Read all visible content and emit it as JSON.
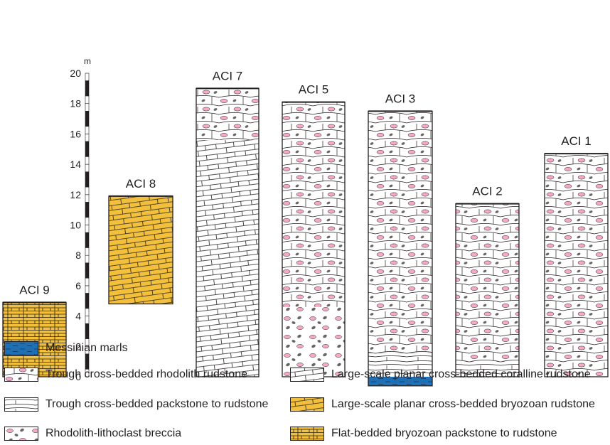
{
  "scale": {
    "unit": "m",
    "ticks": [
      "0",
      "2",
      "4",
      "6",
      "8",
      "10",
      "12",
      "14",
      "16",
      "18",
      "20"
    ]
  },
  "columns": [
    {
      "id": "ACI 9",
      "label": "ACI 9",
      "base": 0,
      "top": 4.9,
      "lithology": "flat_bryozoan"
    },
    {
      "id": "ACI 8",
      "label": "ACI 8",
      "base": 4.8,
      "top": 11.9,
      "lithology": "planar_bryozoan"
    },
    {
      "id": "ACI 7",
      "label": "ACI 7",
      "base": 0,
      "top": 19.0,
      "lithology": "mixed7"
    },
    {
      "id": "ACI 5",
      "label": "ACI 5",
      "base": 0,
      "top": 18.1,
      "lithology": "mixed5"
    },
    {
      "id": "ACI 3",
      "label": "ACI 3",
      "base": -0.6,
      "top": 17.5,
      "lithology": "mixed3"
    },
    {
      "id": "ACI 2",
      "label": "ACI 2",
      "base": 0,
      "top": 11.4,
      "lithology": "mixed2"
    },
    {
      "id": "ACI 1",
      "label": "ACI 1",
      "base": 0,
      "top": 14.7,
      "lithology": "mixed1"
    }
  ],
  "colors": {
    "marl": "#1f6fb5",
    "bryozoan": "#f2c03b",
    "rhodolith": "#f4a9c8",
    "lithoclast": "#666666",
    "line": "#231f20"
  },
  "legend": [
    {
      "key": "marl",
      "label": "Messinian marls"
    },
    {
      "key": "trough_rhodolith",
      "label": "Trough cross-bedded rhodolith rudstone"
    },
    {
      "key": "trough_packstone",
      "label": "Trough cross-bedded packstone to rudstone"
    },
    {
      "key": "breccia",
      "label": "Rhodolith-lithoclast breccia"
    },
    {
      "key": "planar_coralline",
      "label": "Large-scale planar cross-bedded coralline rudstone"
    },
    {
      "key": "planar_bryozoan",
      "label": "Large-scale planar cross-bedded bryozoan rudstone"
    },
    {
      "key": "flat_bryozoan",
      "label": "Flat-bedded bryozoan packstone to rudstone"
    }
  ]
}
